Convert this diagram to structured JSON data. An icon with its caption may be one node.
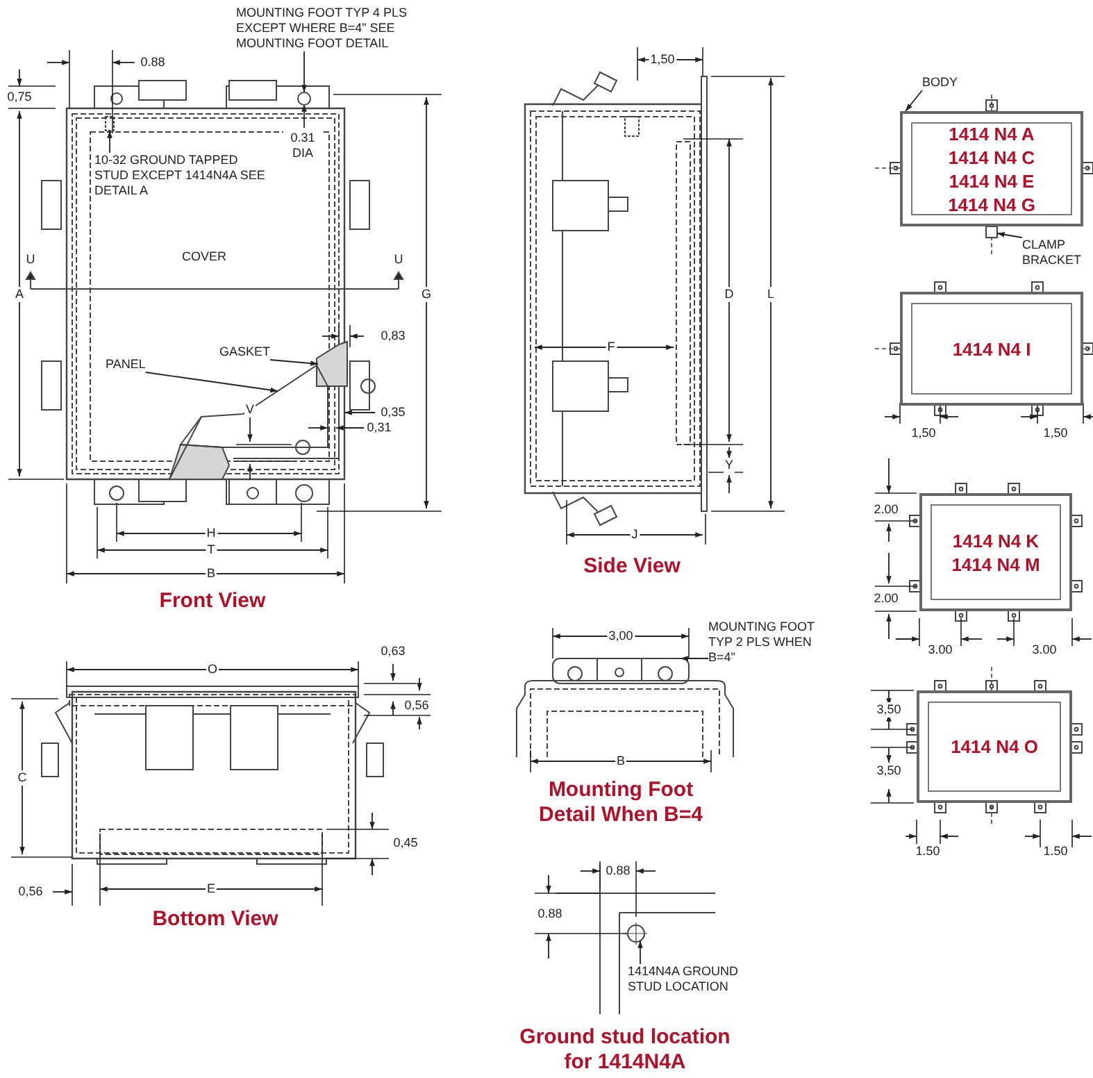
{
  "diagram": {
    "nodes": [
      {
        "text": [
          "MOUNTING FOOT TYP 4 PLS EXCEPT WHERE B=4\" SEE MOUNTING FOOT DETAIL"
        ]
      },
      {
        "text": [
          "10-32 GROUND TAPPED STUD EXCEPT 1414N4A SEE DETAIL A"
        ]
      },
      {
        "text": [
          "GASKET"
        ]
      },
      {
        "text": [
          "PANEL"
        ]
      },
      {
        "text": [
          "MOUNTING FOOT TYP 2 PLS WHEN B=4\""
        ]
      },
      {
        "text": [
          "1414N4A GROUND STUD LOCATION"
        ]
      },
      {
        "text": [
          "BODY"
        ]
      },
      {
        "text": [
          "CLAMP BRACKET"
        ]
      },
      {
        "text": [
          "1414 N4 A",
          "1414 N4 C",
          "1414 N4 E",
          "1414 N4 G"
        ]
      },
      {
        "text": [
          "1414 N4 I"
        ]
      },
      {
        "text": [
          "1414 N4 K",
          "1414 N4 M"
        ]
      },
      {
        "text": [
          "1414 N4 O"
        ]
      },
      {
        "text": [],
        "shape": "circle"
      },
      {
        "text": [],
        "shape": "box"
      },
      {
        "text": [],
        "shape": "polygon"
      },
      {
        "text": [],
        "shape": "box"
      },
      {
        "text": [],
        "shape": "circle"
      },
      {
        "text": [],
        "shape": "box"
      },
      {
        "text": [],
        "shape": "polygon"
      }
    ],
    "edges": [
      {
        "from": 0,
        "to": 12,
        "arrow": "to"
      },
      {
        "from": 1,
        "to": 13,
        "arrow": "to"
      },
      {
        "from": 2,
        "to": 14,
        "arrow": "to"
      },
      {
        "from": 3,
        "to": 18,
        "arrow": "to"
      },
      {
        "from": 4,
        "to": 15,
        "arrow": "to"
      },
      {
        "from": 5,
        "to": 16,
        "arrow": "to"
      },
      {
        "from": 6,
        "to": 8,
        "arrow": "to"
      },
      {
        "from": 7,
        "to": 17,
        "arrow": "to"
      }
    ],
    "labels": [
      "0.88",
      "0,75",
      "0.31 DIA",
      "U",
      "COVER",
      "U",
      "A",
      "G",
      "0,83",
      "V",
      "0,35",
      "0,31",
      "H",
      "T",
      "B",
      "Front View",
      "1,50",
      "F",
      "D",
      "L",
      "Y",
      "J",
      "Side View",
      "1,50",
      "1,50",
      "2.00",
      "2.00",
      "3.00",
      "3.00",
      "3,50",
      "3,50",
      "1.50",
      "1.50",
      "O",
      "0,63",
      "0,56",
      "C",
      "0,45",
      "0,56",
      "E",
      "Bottom View",
      "3,00",
      "B",
      "Mounting Foot Detail When B=4",
      "0.88",
      "0.88",
      "Ground stud location for 1414N4A"
    ]
  }
}
